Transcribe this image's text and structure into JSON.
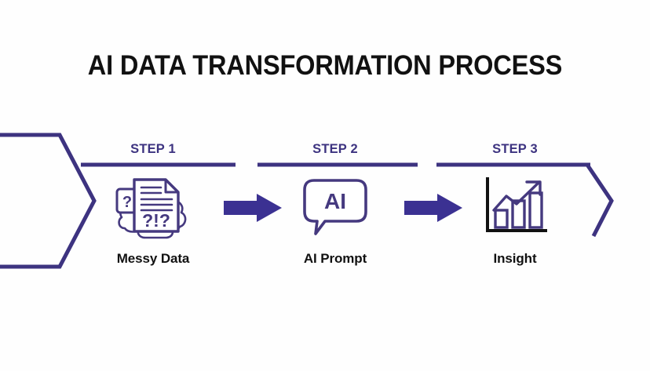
{
  "page": {
    "title": "AI DATA TRANSFORMATION PROCESS",
    "background_color": "#fefefe"
  },
  "colors": {
    "accent_purple": "#3d3380",
    "arrow_purple": "#3b3192",
    "icon_purple": "#45397f",
    "text_black": "#111111",
    "axis_black": "#111111"
  },
  "flow": {
    "left_shape_name": "hexagon-start-marker",
    "right_shape_name": "chevron-end-marker",
    "rule_color": "#3d3380",
    "rule_segments": 3
  },
  "steps": [
    {
      "label": "STEP 1",
      "name": "Messy Data",
      "icon": "messy-document-icon",
      "icon_text": "?!?",
      "icon_badge_text": "?"
    },
    {
      "label": "STEP 2",
      "name": "AI Prompt",
      "icon": "ai-speech-bubble-icon",
      "icon_text": "AI"
    },
    {
      "label": "STEP 3",
      "name": "Insight",
      "icon": "growth-bar-chart-icon",
      "icon_text": ""
    }
  ],
  "connectors": [
    {
      "name": "arrow-step1-to-step2",
      "direction": "right"
    },
    {
      "name": "arrow-step2-to-step3",
      "direction": "right"
    }
  ]
}
